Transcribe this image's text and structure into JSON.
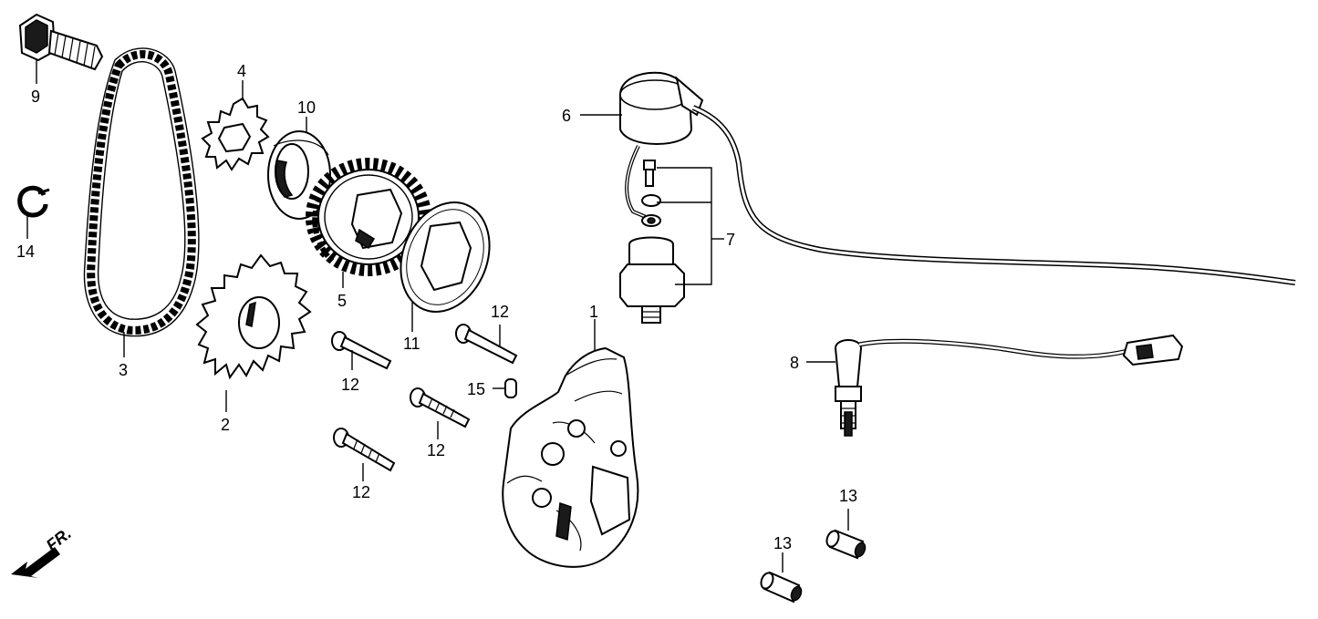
{
  "diagram": {
    "orientation_label": "FR.",
    "callouts": {
      "p1": "1",
      "p2": "2",
      "p3": "3",
      "p4": "4",
      "p5": "5",
      "p6": "6",
      "p7": "7",
      "p8": "8",
      "p9": "9",
      "p10": "10",
      "p11": "11",
      "p12a": "12",
      "p12b": "12",
      "p12c": "12",
      "p12d": "12",
      "p13a": "13",
      "p13b": "13",
      "p14": "14",
      "p15": "15"
    }
  }
}
